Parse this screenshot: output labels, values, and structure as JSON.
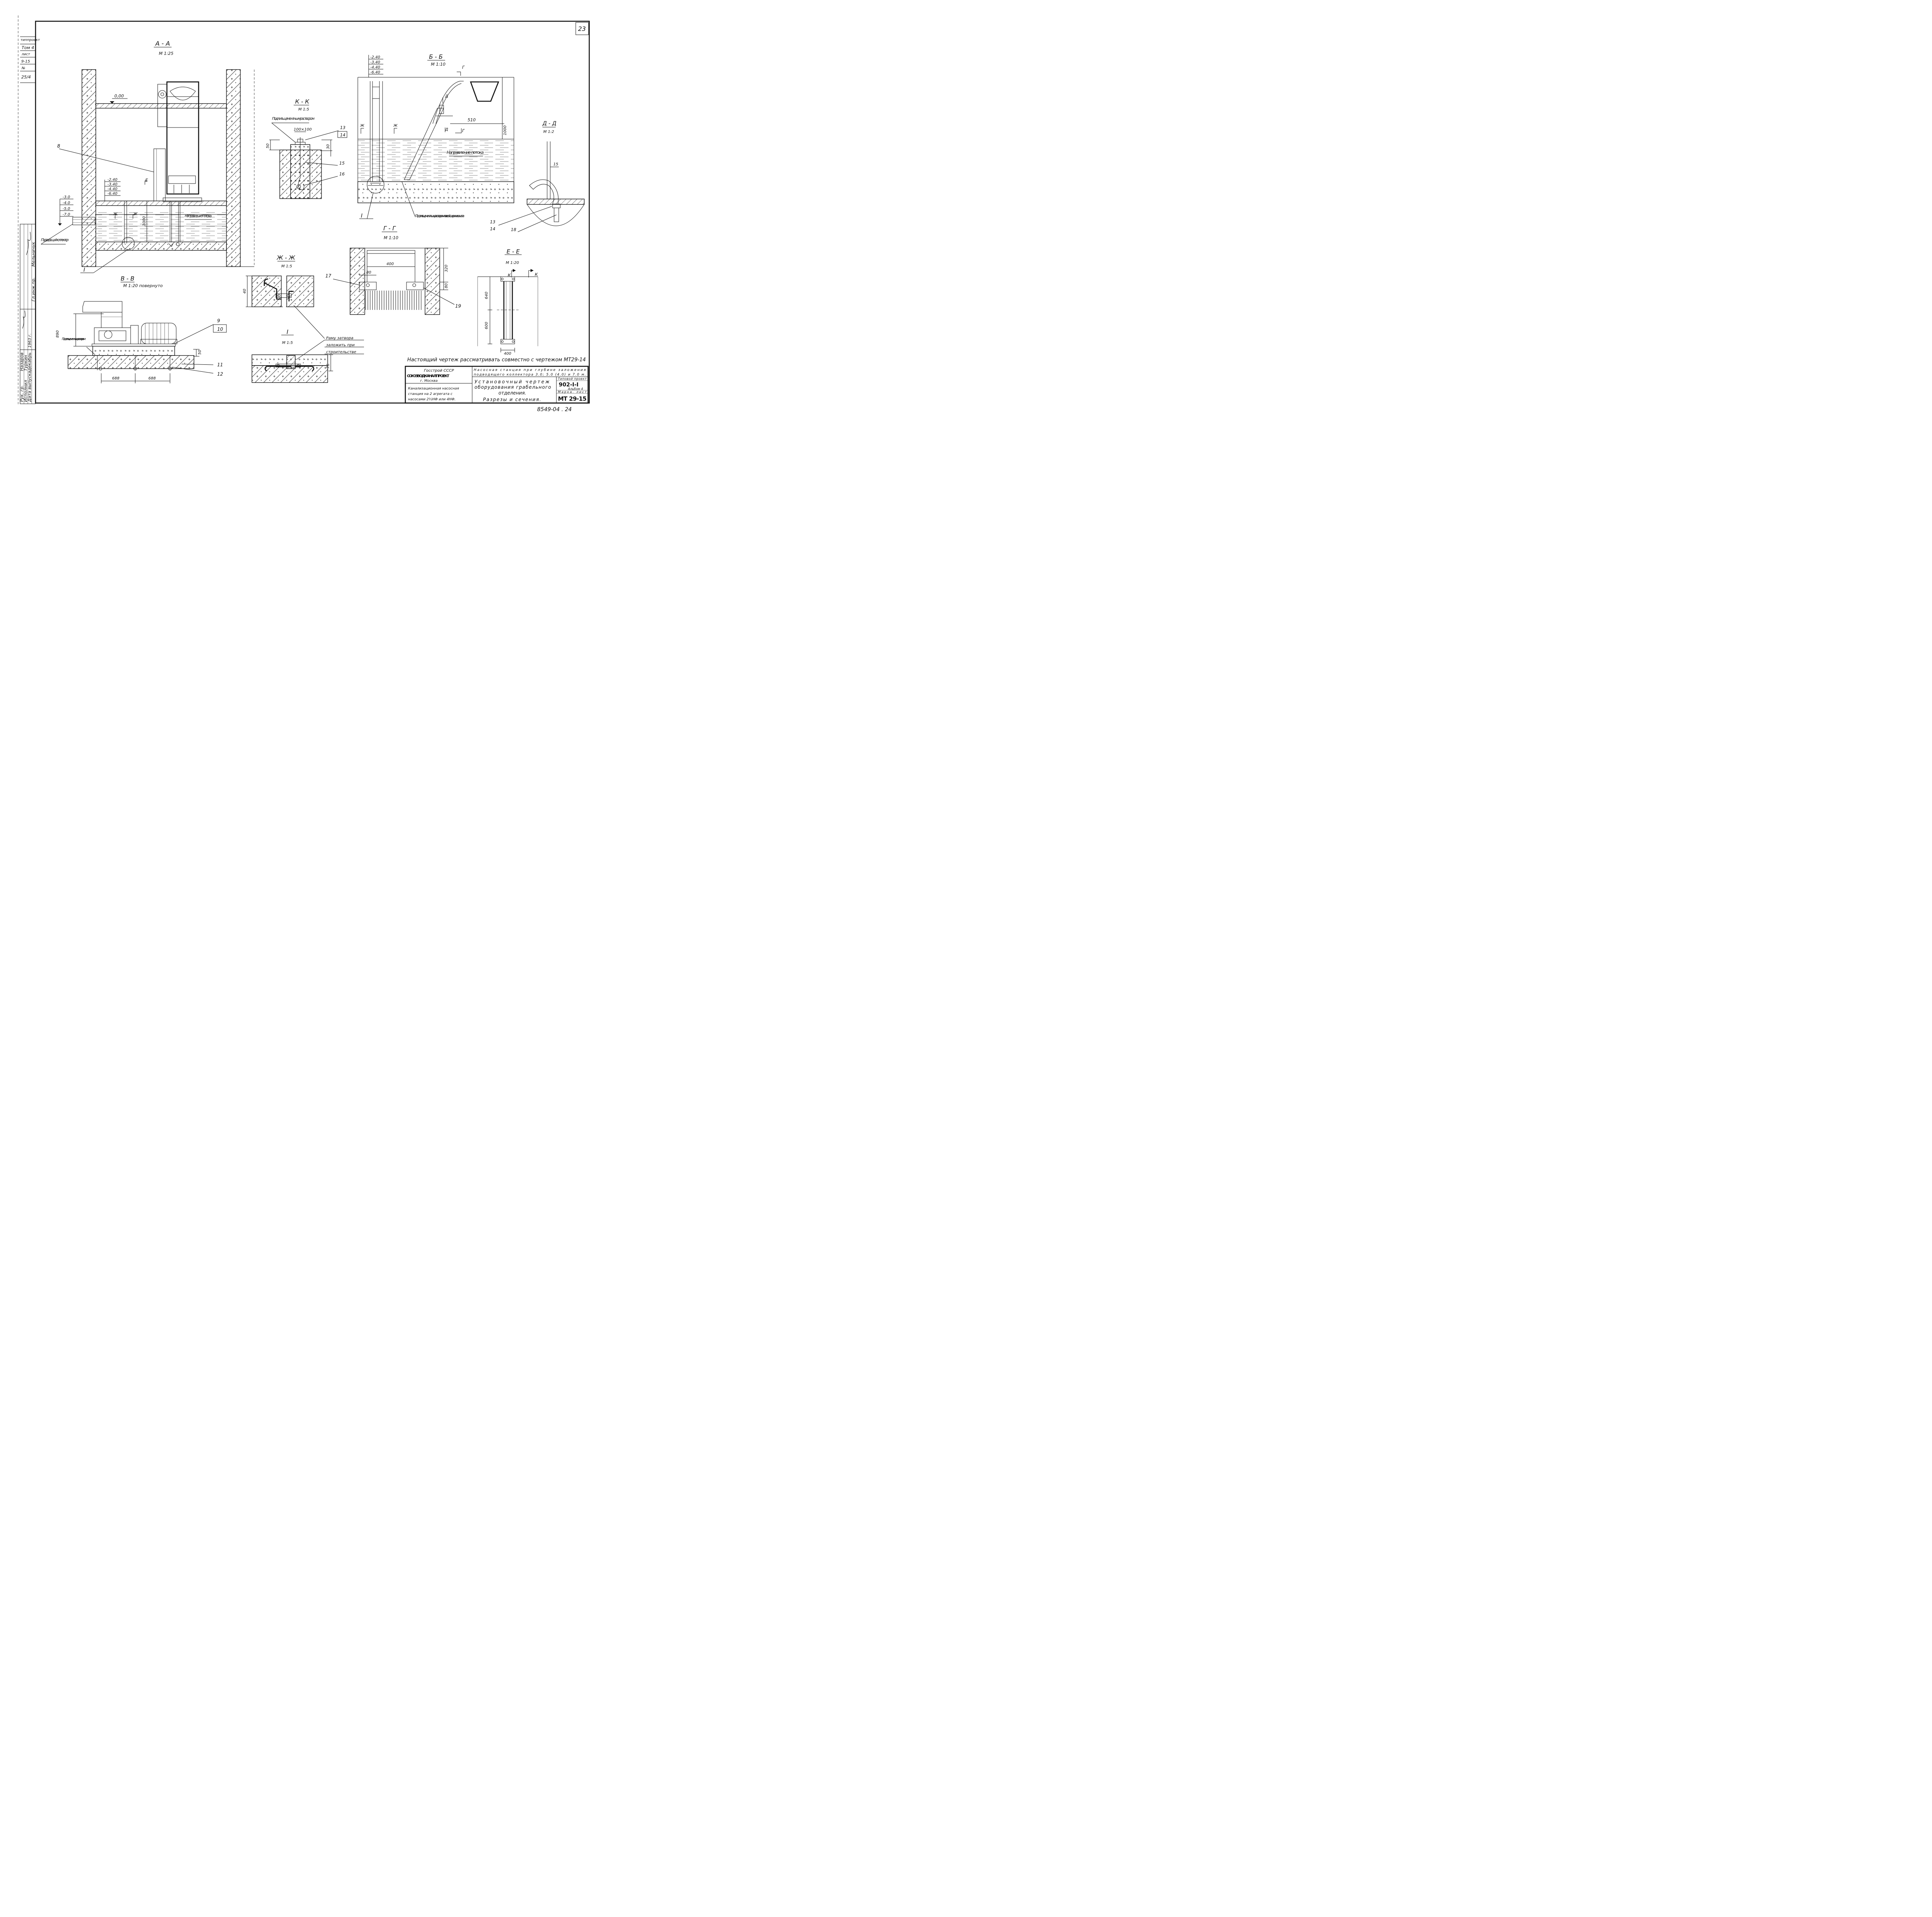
{
  "sheet": {
    "sheet_number": "23",
    "bottom_code": "8549-04 . 24",
    "note": "Настоящий чертеж рассматривать совместно с чертежом МТ29-14"
  },
  "left_strip": {
    "top_cells": [
      "типпроект",
      "Том 4",
      "лист",
      "9-15",
      "№",
      "25/4"
    ],
    "roles": [
      "Рук. гр.",
      "Исполнил",
      "Гл.инж.пр.",
      "Дата выпуска"
    ],
    "names": [
      "Мельничук",
      "Туркин",
      "Назаров",
      "декабрь"
    ],
    "date": "1963 г."
  },
  "section_aa": {
    "title": "А - А",
    "scale": "М 1:25",
    "level_top": "0,00",
    "levels_inner": [
      "-2.40",
      "-3.40",
      "-4.40",
      "-6.40"
    ],
    "levels_outer": [
      "-3.0",
      "-4.0",
      "-5.0",
      "-7.0"
    ],
    "dim_1000": "1000",
    "callout_8": "8",
    "callout_I": "I",
    "section_mark_e": "Е",
    "section_mark_zh": "Ж",
    "inlet_label": "Подводящий коллектор",
    "flow_label": "Направление потока"
  },
  "section_kk": {
    "title": "К - К",
    "scale": "М 1:5",
    "note": "Подлить цементным раствором",
    "dim_plate": "100×100",
    "dim_50": "50",
    "dim_30": "30",
    "callouts": [
      "13",
      "14",
      "15",
      "16"
    ]
  },
  "section_bb": {
    "title": "Б - Б",
    "scale": "М 1:10",
    "levels": [
      "-2.40",
      "-3.40",
      "-4.40",
      "-6.40"
    ],
    "dim_510": "510",
    "dim_1000": "1000",
    "mark_g": "Г",
    "mark_d": "Д",
    "mark_zh": "Ж",
    "flow_label": "Направление потока",
    "note": "Подлить цементным раствором по всей ширине канала",
    "callout_I": "I"
  },
  "section_dd": {
    "title": "Д - Д",
    "scale": "М 1:2",
    "dim_15": "15",
    "callouts": [
      "13",
      "14",
      "18"
    ]
  },
  "section_gg": {
    "title": "Г - Г",
    "scale": "М 1:10",
    "dim_400": "400",
    "dim_80a": "80",
    "dim_320": "320",
    "dim_80b": "80",
    "callouts": [
      "17",
      "19"
    ]
  },
  "section_zhzh": {
    "title": "Ж - Ж",
    "scale": "М 1:5",
    "dim_40": "40"
  },
  "section_ee": {
    "title": "Е - Е",
    "scale": "М 1:20",
    "mark_k": "К",
    "dim_640": "640",
    "dim_600": "600",
    "dim_400": "400"
  },
  "section_vv": {
    "title": "В - В",
    "scale": "М 1:20 повернуто",
    "note": "Подлить цементным раствором",
    "dim_890": "890",
    "dim_50": "50",
    "dim_688a": "688",
    "dim_688b": "688",
    "callouts": [
      "9",
      "10",
      "11",
      "12"
    ]
  },
  "detail_i": {
    "title": "I",
    "scale": "М 1:5",
    "note": "Раму затвора заложить при строительстве",
    "dim_76": "76"
  },
  "title_block": {
    "org_line1": "Госстрой СССР",
    "org_line2": "СОЮЗВОДКАНАЛПРОЕКТ",
    "org_line3": "г. Москва",
    "project_desc": "Канализационная насосная станция на 2 агрегата с насосами 2½НФ или 4НФ.",
    "station_desc": "Насосная станция при глубине заложения подводящего коллектора 3.0; 5.0 (4.0) и 7.0 м.",
    "drawing_title_1": "Установочный чертеж",
    "drawing_title_2": "оборудования грабельного",
    "drawing_title_3": "отделения.",
    "drawing_title_4": "Разрезы и сечения.",
    "typical_project_label": "Типовой проект",
    "typical_project_no": "902-I-I",
    "album_label": "Альбом 4",
    "sheet_label": "Марка. лист",
    "sheet_code": "МТ 29-15"
  }
}
